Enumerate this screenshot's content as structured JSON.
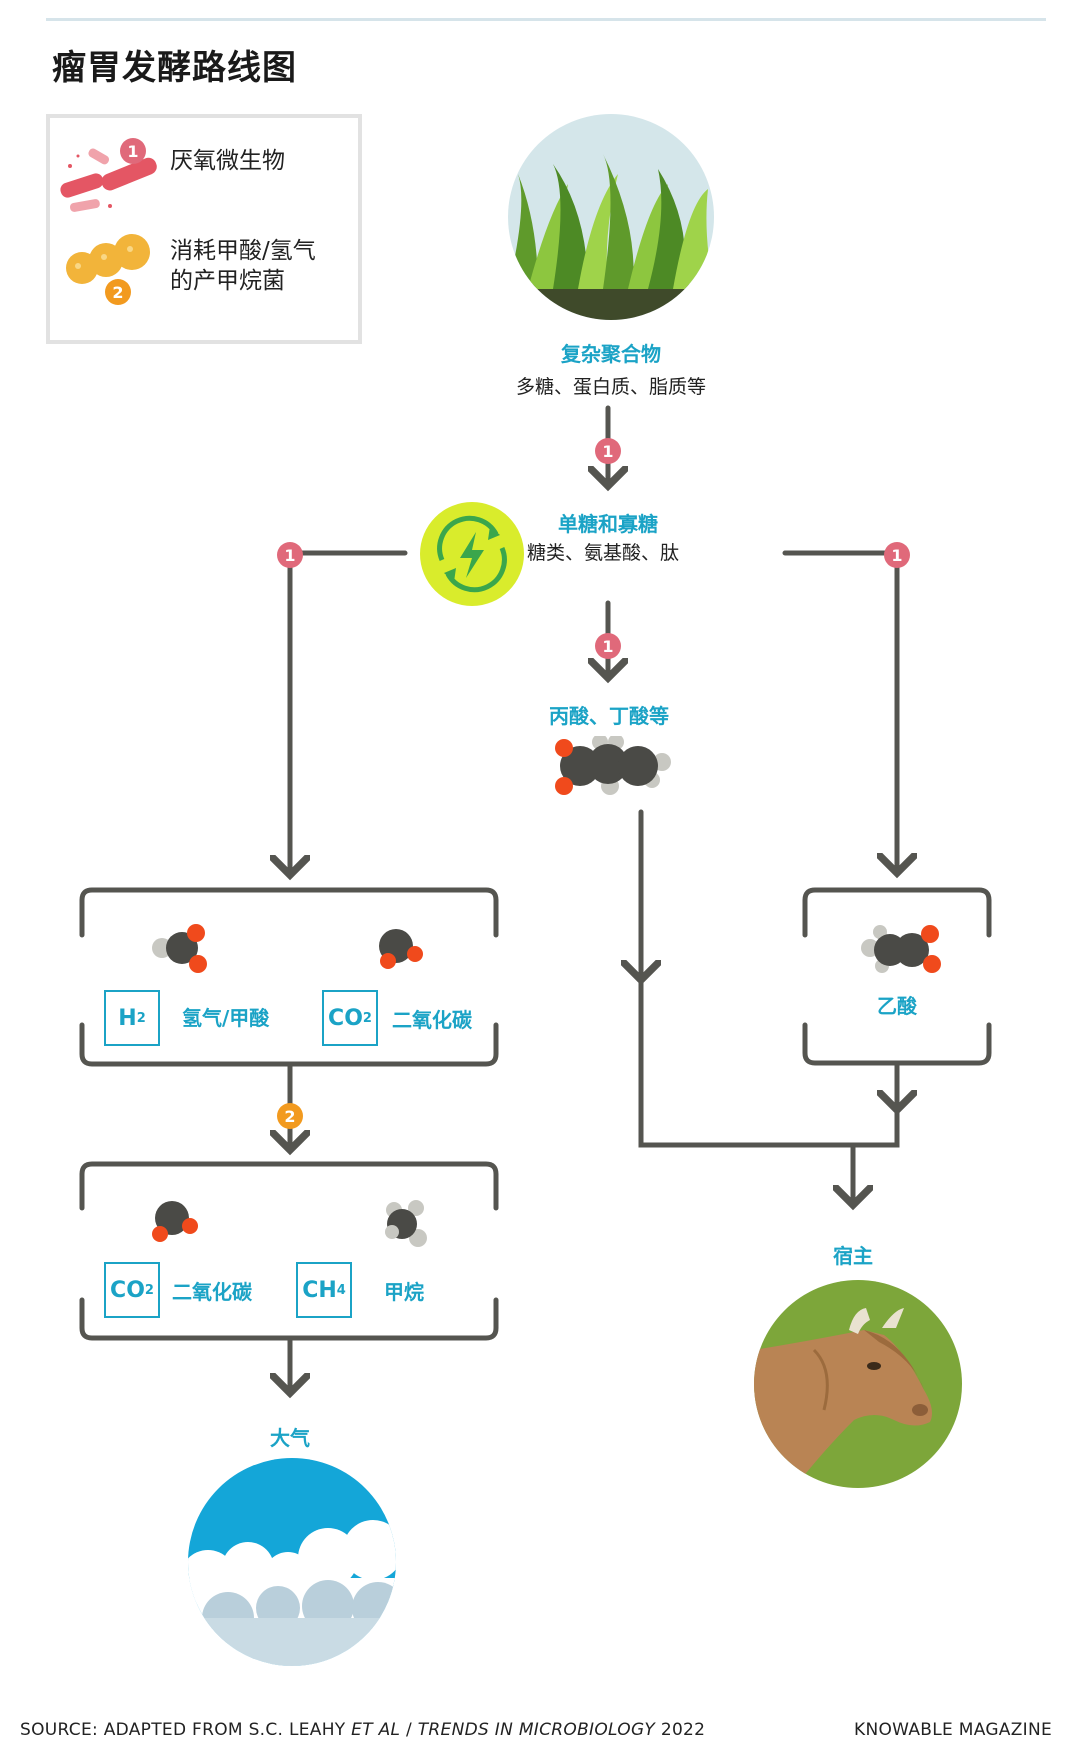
{
  "title": "瘤胃发酵路线图",
  "legend": {
    "items": [
      {
        "badge": "1",
        "label": "厌氧微生物",
        "color": "#e0697a"
      },
      {
        "badge": "2",
        "label_line1": "消耗甲酸/氢气",
        "label_line2": "的产甲烷菌",
        "color": "#f29a1f"
      }
    ]
  },
  "nodes": {
    "polymers": {
      "title": "复杂聚合物",
      "sub": "多糖、蛋白质、脂质等"
    },
    "sugars": {
      "title": "单糖和寡糖",
      "sub": "糖类、氨基酸、肽"
    },
    "acids": {
      "title": "丙酸、丁酸等"
    },
    "acetic": {
      "title": "乙酸"
    },
    "h2box": {
      "h2_symbol": "H",
      "h2_sub": "2",
      "h2_label": "氢气/甲酸",
      "co2_symbol": "CO",
      "co2_sub": "2",
      "co2_label": "二氧化碳"
    },
    "ch4box": {
      "co2_symbol": "CO",
      "co2_sub": "2",
      "co2_label": "二氧化碳",
      "ch4_symbol": "CH",
      "ch4_sub": "4",
      "ch4_label": "甲烷"
    },
    "atmosphere": {
      "title": "大气"
    },
    "host": {
      "title": "宿主"
    }
  },
  "badges": {
    "b1": "1",
    "b2": "2"
  },
  "colors": {
    "accent_blue": "#1ba3c6",
    "arrow": "#555550",
    "badge1": "#e0697a",
    "badge2": "#f29a1f",
    "recycle": "#d9ec2c",
    "oxygen": "#f04a1c",
    "carbon": "#4a4a46",
    "hydrogen": "#c8c8c2"
  },
  "footer": {
    "source_prefix": "SOURCE: ADAPTED FROM S.C. LEAHY ",
    "source_italic1": "ET AL",
    "source_sep": " / ",
    "source_italic2": "TRENDS IN MICROBIOLOGY",
    "source_year": " 2022",
    "brand": "KNOWABLE MAGAZINE"
  }
}
